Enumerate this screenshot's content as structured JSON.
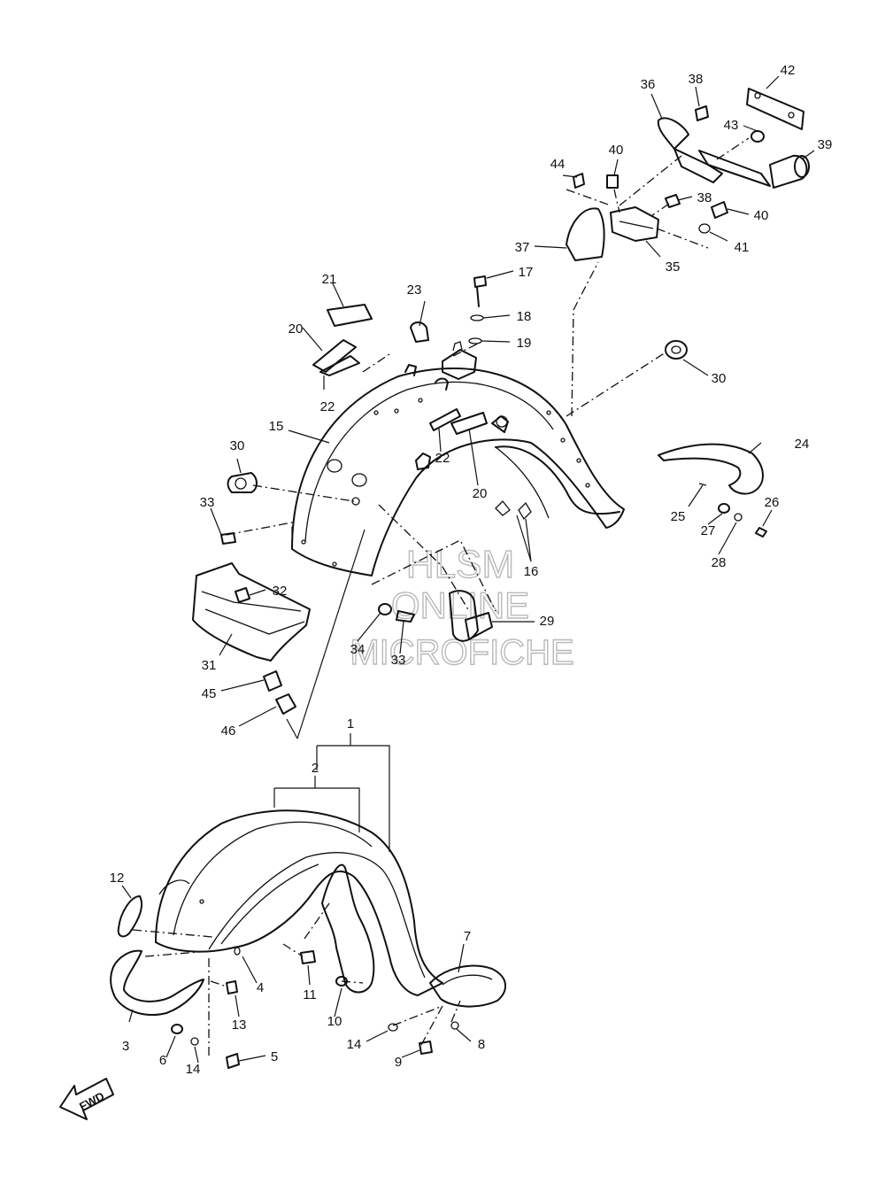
{
  "watermark": {
    "line1": "HLSM",
    "line2": "ONLINE",
    "line3": "MICROFICHE"
  },
  "direction": {
    "label": "FWD",
    "icon": "forward-arrow-icon"
  },
  "callouts": [
    {
      "id": "c1",
      "text": "1"
    },
    {
      "id": "c2",
      "text": "2"
    },
    {
      "id": "c3",
      "text": "3"
    },
    {
      "id": "c4",
      "text": "4"
    },
    {
      "id": "c5",
      "text": "5"
    },
    {
      "id": "c6",
      "text": "6"
    },
    {
      "id": "c7",
      "text": "7"
    },
    {
      "id": "c8",
      "text": "8"
    },
    {
      "id": "c9",
      "text": "9"
    },
    {
      "id": "c10",
      "text": "10"
    },
    {
      "id": "c11",
      "text": "11"
    },
    {
      "id": "c12",
      "text": "12"
    },
    {
      "id": "c13",
      "text": "13"
    },
    {
      "id": "c14a",
      "text": "14"
    },
    {
      "id": "c14b",
      "text": "14"
    },
    {
      "id": "c15",
      "text": "15"
    },
    {
      "id": "c16",
      "text": "16"
    },
    {
      "id": "c17",
      "text": "17"
    },
    {
      "id": "c18",
      "text": "18"
    },
    {
      "id": "c19",
      "text": "19"
    },
    {
      "id": "c20a",
      "text": "20"
    },
    {
      "id": "c20b",
      "text": "20"
    },
    {
      "id": "c21",
      "text": "21"
    },
    {
      "id": "c22a",
      "text": "22"
    },
    {
      "id": "c22b",
      "text": "22"
    },
    {
      "id": "c23",
      "text": "23"
    },
    {
      "id": "c24",
      "text": "24"
    },
    {
      "id": "c25",
      "text": "25"
    },
    {
      "id": "c26",
      "text": "26"
    },
    {
      "id": "c27",
      "text": "27"
    },
    {
      "id": "c28",
      "text": "28"
    },
    {
      "id": "c29",
      "text": "29"
    },
    {
      "id": "c30a",
      "text": "30"
    },
    {
      "id": "c30b",
      "text": "30"
    },
    {
      "id": "c31",
      "text": "31"
    },
    {
      "id": "c32",
      "text": "32"
    },
    {
      "id": "c33a",
      "text": "33"
    },
    {
      "id": "c33b",
      "text": "33"
    },
    {
      "id": "c34",
      "text": "34"
    },
    {
      "id": "c35",
      "text": "35"
    },
    {
      "id": "c36",
      "text": "36"
    },
    {
      "id": "c37",
      "text": "37"
    },
    {
      "id": "c38a",
      "text": "38"
    },
    {
      "id": "c38b",
      "text": "38"
    },
    {
      "id": "c39",
      "text": "39"
    },
    {
      "id": "c40a",
      "text": "40"
    },
    {
      "id": "c40b",
      "text": "40"
    },
    {
      "id": "c41",
      "text": "41"
    },
    {
      "id": "c42",
      "text": "42"
    },
    {
      "id": "c43",
      "text": "43"
    },
    {
      "id": "c44",
      "text": "44"
    },
    {
      "id": "c45",
      "text": "45"
    },
    {
      "id": "c46",
      "text": "46"
    }
  ]
}
